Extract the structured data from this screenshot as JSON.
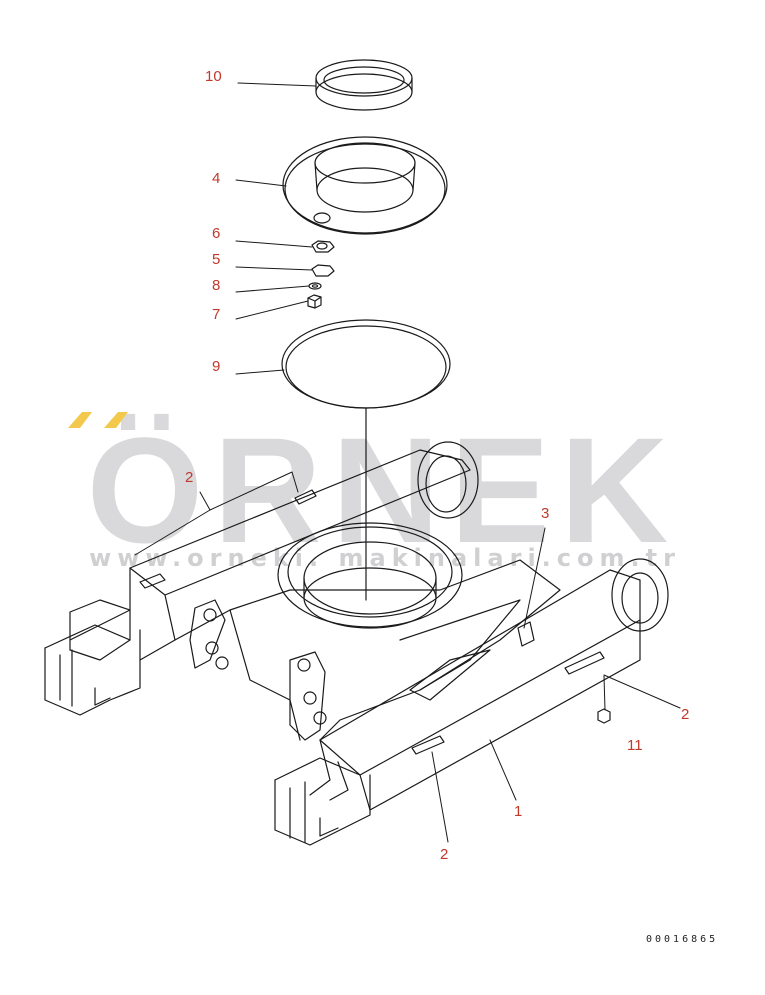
{
  "watermark": {
    "brand": "ÖRNEK",
    "url": "www.orneki. makinalari.com.tr",
    "accent_color": "#f2c94c",
    "text_color": "#d9d9db"
  },
  "callouts": [
    {
      "id": "c10",
      "label": "10"
    },
    {
      "id": "c4",
      "label": "4"
    },
    {
      "id": "c6",
      "label": "6"
    },
    {
      "id": "c5",
      "label": "5"
    },
    {
      "id": "c8",
      "label": "8"
    },
    {
      "id": "c7",
      "label": "7"
    },
    {
      "id": "c9",
      "label": "9"
    },
    {
      "id": "c2a",
      "label": "2"
    },
    {
      "id": "c3",
      "label": "3"
    },
    {
      "id": "c2b",
      "label": "2"
    },
    {
      "id": "c11",
      "label": "11"
    },
    {
      "id": "c1",
      "label": "1"
    },
    {
      "id": "c2c",
      "label": "2"
    }
  ],
  "document_number": "00016865",
  "colors": {
    "callout": "#c0392b",
    "line": "#1a1a1a"
  }
}
